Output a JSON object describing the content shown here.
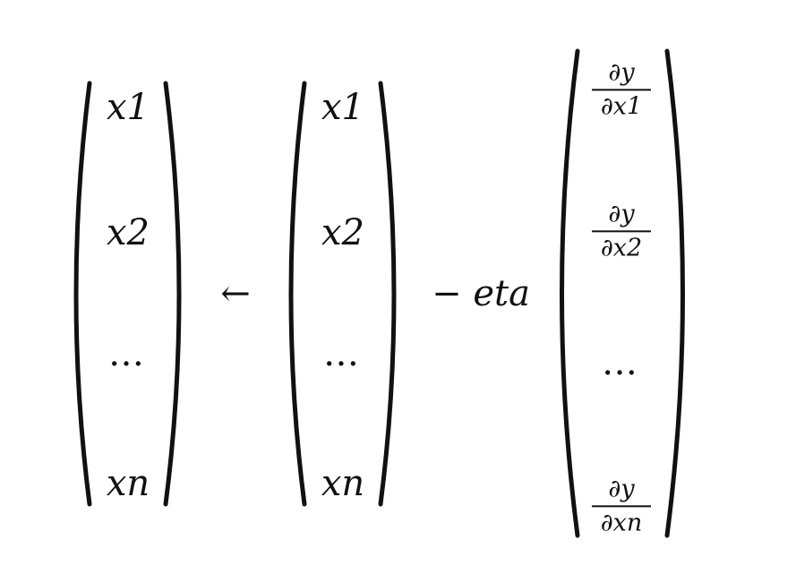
{
  "equation": {
    "lhs": [
      "x1",
      "x2",
      "…",
      "xn"
    ],
    "arrow": "←",
    "rhs_vector": [
      "x1",
      "x2",
      "…",
      "xn"
    ],
    "minus_term": "− eta",
    "gradient": [
      {
        "num": "∂y",
        "den": "∂x1"
      },
      {
        "num": "∂y",
        "den": "∂x2"
      },
      {
        "dots": "…"
      },
      {
        "num": "∂y",
        "den": "∂xn"
      }
    ]
  }
}
